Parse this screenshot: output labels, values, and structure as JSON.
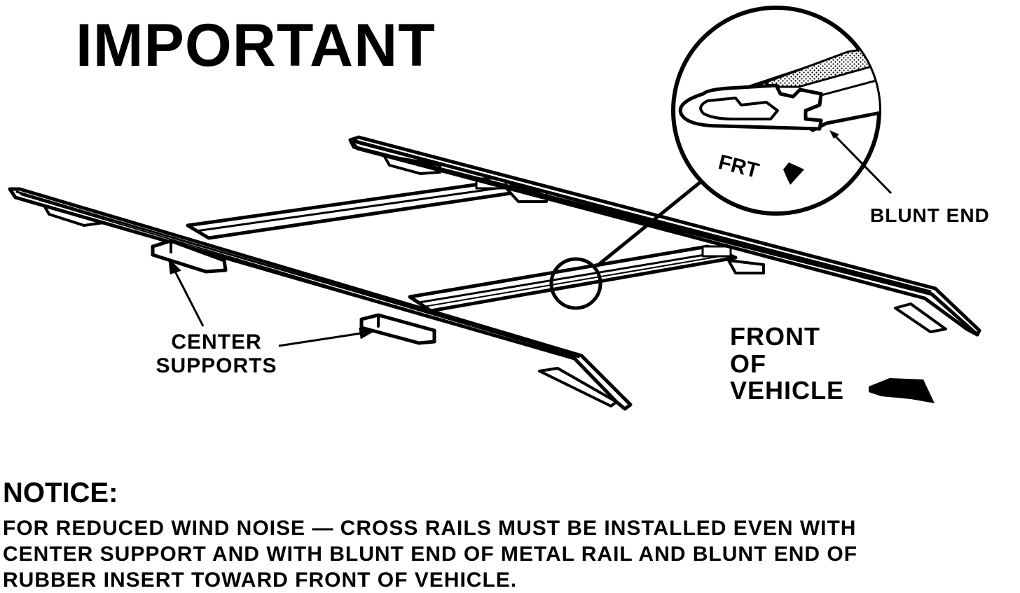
{
  "title": "IMPORTANT",
  "labels": {
    "frt": "FRT",
    "blunt_end": "BLUNT END",
    "center_supports": [
      "CENTER",
      "SUPPORTS"
    ],
    "front_of_vehicle": [
      "FRONT",
      "OF",
      "VEHICLE"
    ]
  },
  "notice": {
    "heading": "NOTICE:",
    "lines": [
      "FOR REDUCED WIND NOISE — CROSS RAILS MUST BE INSTALLED EVEN WITH",
      "CENTER SUPPORT AND WITH BLUNT END OF METAL RAIL AND BLUNT END OF",
      "RUBBER INSERT TOWARD FRONT OF VEHICLE."
    ]
  },
  "colors": {
    "ink": "#000000",
    "paper": "#ffffff",
    "dot_fill": "#bdbdbd"
  },
  "icons": [
    "arrow-front-icon",
    "arrow-frt-icon"
  ]
}
